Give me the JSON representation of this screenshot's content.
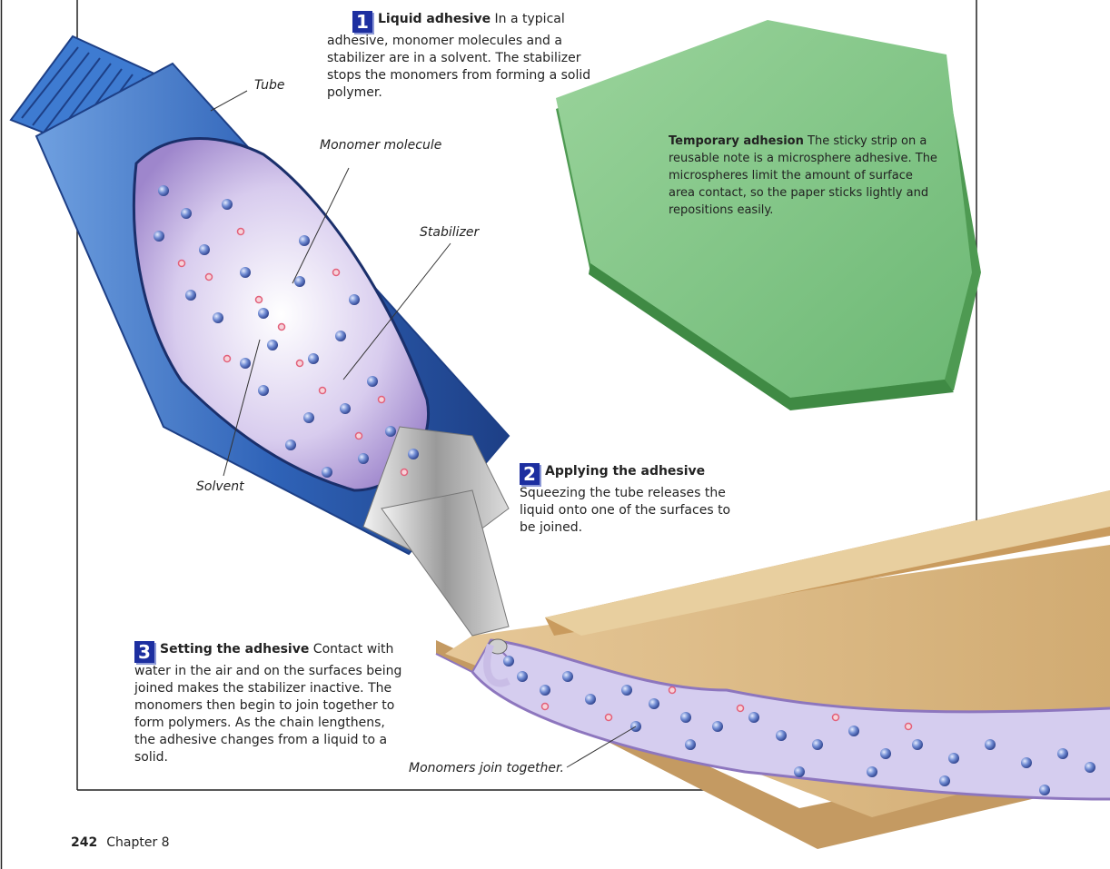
{
  "labels": {
    "tube": "Tube",
    "monomer": "Monomer molecule",
    "stabilizer": "Stabilizer",
    "solvent": "Solvent",
    "join": "Monomers join together."
  },
  "steps": [
    {
      "num": "1",
      "title": "Liquid adhesive",
      "text": " In a typical adhesive, monomer molecules and a stabilizer are in a solvent. The stabilizer stops the monomers from forming a solid polymer."
    },
    {
      "num": "2",
      "title": "Applying the adhesive",
      "text": " Squeezing the tube releases the liquid onto one of the surfaces to be joined."
    },
    {
      "num": "3",
      "title": "Setting the adhesive",
      "text": " Contact with water in the air and on the surfaces being joined makes the stabilizer inactive. The monomers then begin to join together to form polymers. As the chain lengthens, the adhesive changes from a liquid to a solid."
    }
  ],
  "note": {
    "title": "Temporary adhesion",
    "text": "  The sticky strip on a reusable note is a microsphere adhesive. The microspheres limit the amount of surface area contact, so the paper sticks lightly and repositions easily."
  },
  "footer": {
    "page": "242",
    "chapter": "Chapter 8"
  },
  "colors": {
    "tube_blue": "#2f63b8",
    "gel_lilac": "#b7a3d8",
    "monomer": "#5a78c8",
    "stabilizer": "#e2607a",
    "note_green": "#7fc483",
    "cardboard": "#d9b98a",
    "badge_blue": "#1d2fa0"
  }
}
